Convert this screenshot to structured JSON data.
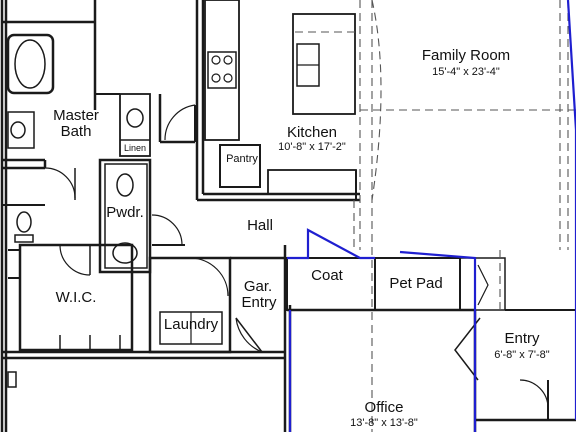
{
  "rooms": {
    "family_room": {
      "name": "Family Room",
      "dims": "15'-4\" x 23'-4\""
    },
    "master_bath": {
      "line1": "Master",
      "line2": "Bath"
    },
    "linen": "Linen",
    "kitchen": {
      "name": "Kitchen",
      "dims": "10'-8\" x 17'-2\""
    },
    "pantry": "Pantry",
    "powder": "Pwdr.",
    "hall": "Hall",
    "coat": "Coat",
    "pet_pad": "Pet Pad",
    "wic": "W.I.C.",
    "garage_entry": {
      "line1": "Gar.",
      "line2": "Entry"
    },
    "laundry": "Laundry",
    "entry": {
      "name": "Entry",
      "dims": "6'-8\" x 7'-8\""
    },
    "office": {
      "name": "Office",
      "dims": "13'-8\" x 13'-8\""
    }
  },
  "colors": {
    "wall": "#1a1a1a",
    "highlight": "#1f1fd0",
    "dashed": "#555555",
    "background": "#ffffff"
  }
}
